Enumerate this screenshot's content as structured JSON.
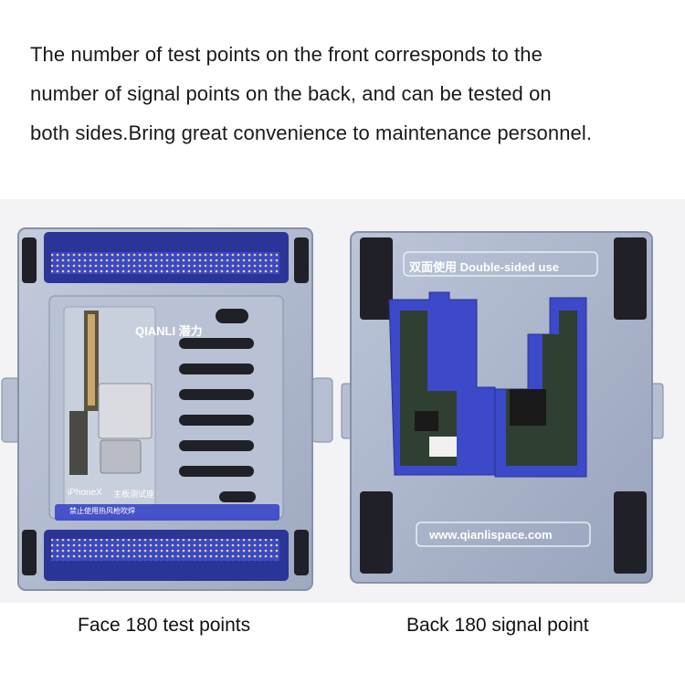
{
  "headline": {
    "line1": "The number of test points on the front corresponds to the",
    "line2": "number of signal points on the back, and can be tested on",
    "line3": "both sides.Bring great convenience to maintenance personnel."
  },
  "front": {
    "caption": "Face 180 test points",
    "brand_logo": "QIANLI 潜力",
    "model_label": "iPhoneX",
    "model_sub": "主板测试座",
    "warning_text": "禁止使用热风枪吹焊"
  },
  "back": {
    "caption": "Back 180 signal point",
    "feature_label": "双面使用 Double-sided use",
    "website": "www.qianlispace.com"
  },
  "colors": {
    "frame": "#a9b4c9",
    "frame_dark": "#7f8aa2",
    "blue_strip": "#3c49c8",
    "pad": "#202028",
    "board_green": "#2f3f32"
  }
}
